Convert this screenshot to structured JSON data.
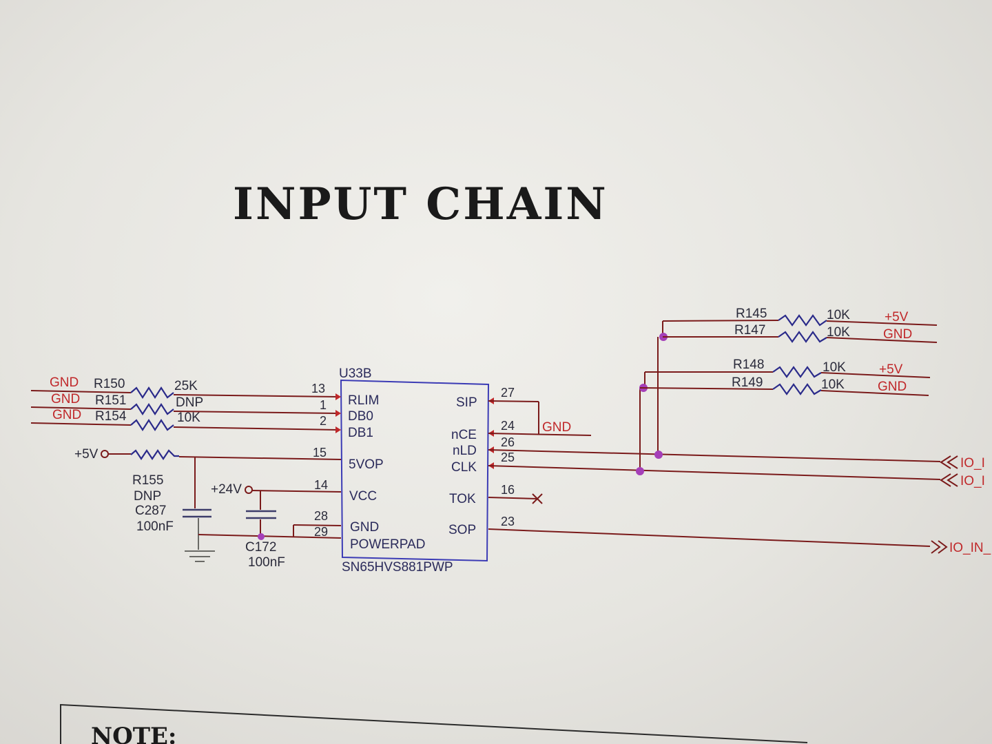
{
  "title": "INPUT CHAIN",
  "note": "NOTE:",
  "ic": {
    "ref": "U33B",
    "part": "SN65HVS881PWP",
    "left_pins": [
      {
        "num": "13",
        "name": "RLIM"
      },
      {
        "num": "1",
        "name": "DB0"
      },
      {
        "num": "2",
        "name": "DB1"
      },
      {
        "num": "15",
        "name": "5VOP"
      },
      {
        "num": "14",
        "name": "VCC"
      },
      {
        "num": "28",
        "name": "GND"
      },
      {
        "num": "29",
        "name": "POWERPAD"
      }
    ],
    "right_pins": [
      {
        "num": "27",
        "name": "SIP"
      },
      {
        "num": "24",
        "name": "nCE"
      },
      {
        "num": "26",
        "name": "nLD"
      },
      {
        "num": "25",
        "name": "CLK"
      },
      {
        "num": "16",
        "name": "TOK"
      },
      {
        "num": "23",
        "name": "SOP"
      }
    ]
  },
  "left_resistors": [
    {
      "net": "GND",
      "ref": "R150",
      "value": "25K"
    },
    {
      "net": "GND",
      "ref": "R151",
      "value": "DNP"
    },
    {
      "net": "GND",
      "ref": "R154",
      "value": "10K"
    }
  ],
  "r155": {
    "net": "+5V",
    "ref": "R155",
    "value": "DNP"
  },
  "c287": {
    "ref": "C287",
    "value": "100nF"
  },
  "c172": {
    "ref": "C172",
    "value": "100nF",
    "net": "+24V"
  },
  "sip_net": "GND",
  "right_resistors": [
    {
      "ref": "R145",
      "value": "10K",
      "net": "+5V"
    },
    {
      "ref": "R147",
      "value": "10K",
      "net": "GND"
    },
    {
      "ref": "R148",
      "value": "10K",
      "net": "+5V"
    },
    {
      "ref": "R149",
      "value": "10K",
      "net": "GND"
    }
  ],
  "offpage": [
    "IO_I",
    "IO_I",
    "IO_IN_"
  ],
  "colors": {
    "net": "#c0282a",
    "wire": "#7a1a1a",
    "junction": "#a53fb8",
    "ic": "#3b3bb5"
  }
}
